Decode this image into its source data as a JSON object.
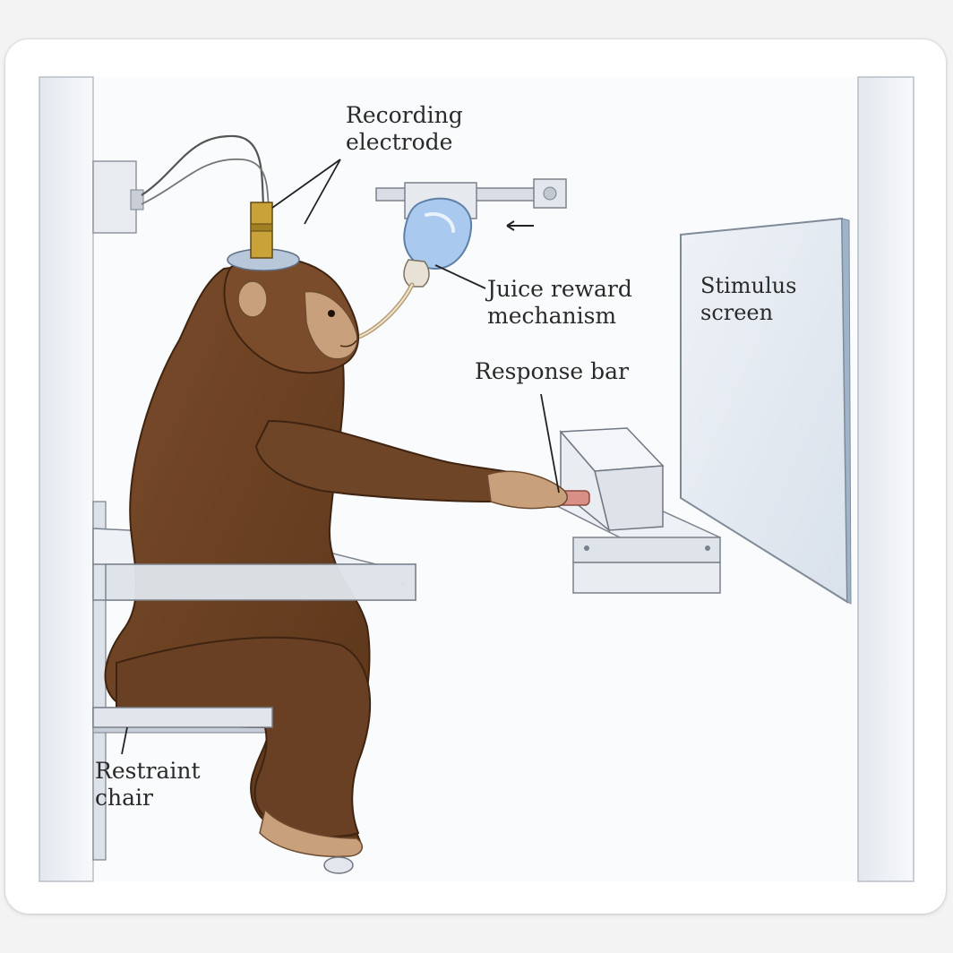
{
  "labels": {
    "recording_electrode": [
      "Recording",
      "electrode"
    ],
    "juice_reward": [
      "Juice reward",
      "mechanism"
    ],
    "stimulus_screen": [
      "Stimulus",
      "screen"
    ],
    "response_bar": "Response bar",
    "restraint_chair": [
      "Restraint",
      "chair"
    ]
  },
  "colors": {
    "fur": "#6d4426",
    "fur_dark": "#4a2c16",
    "skin": "#c9a07c",
    "metal": "#d7dde6",
    "screen": "#e4eaf2",
    "juice_bottle": "#a9c9ee"
  }
}
